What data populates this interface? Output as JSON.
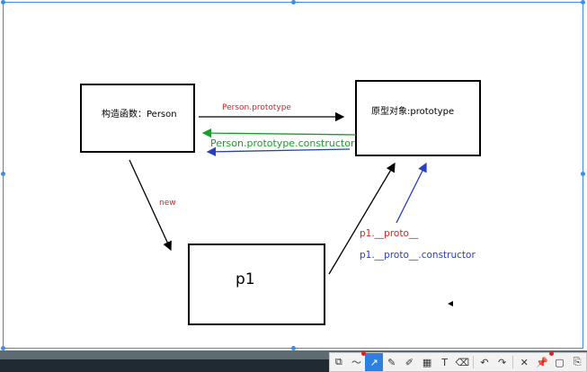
{
  "nodes": {
    "constructor": "构造函数：Person",
    "prototype": "原型对象:prototype",
    "instance": "p1"
  },
  "edges": {
    "prototype_link": "Person.prototype",
    "constructor_link": "Person.prototype.constructor",
    "new_link": "new",
    "proto_link": "p1.__proto__",
    "proto_constructor_link": "p1.__proto__.constructor"
  },
  "colors": {
    "red": "#e02020",
    "green": "#1a9e2a",
    "blue": "#2a3fbf",
    "black": "#000000",
    "selection": "#3b8ee6",
    "toolbar_active": "#2d7fe0"
  },
  "toolbar": {
    "tools": [
      {
        "icon": "select-icon",
        "glyph": "⧉"
      },
      {
        "icon": "curve-icon",
        "glyph": "〜"
      },
      {
        "icon": "arrow-icon",
        "glyph": "↗",
        "active": true
      },
      {
        "icon": "pen-icon",
        "glyph": "✎"
      },
      {
        "icon": "highlighter-icon",
        "glyph": "✐"
      },
      {
        "icon": "mosaic-icon",
        "glyph": "▦"
      },
      {
        "icon": "text-icon",
        "glyph": "T"
      },
      {
        "icon": "eraser-icon",
        "glyph": "⌫"
      },
      {
        "icon": "undo-icon",
        "glyph": "↶"
      },
      {
        "icon": "redo-icon",
        "glyph": "↷"
      },
      {
        "icon": "close-icon",
        "glyph": "✕"
      },
      {
        "icon": "pin-icon",
        "glyph": "📌"
      },
      {
        "icon": "save-icon",
        "glyph": "▢"
      },
      {
        "icon": "copy-icon",
        "glyph": "⎘"
      }
    ]
  }
}
